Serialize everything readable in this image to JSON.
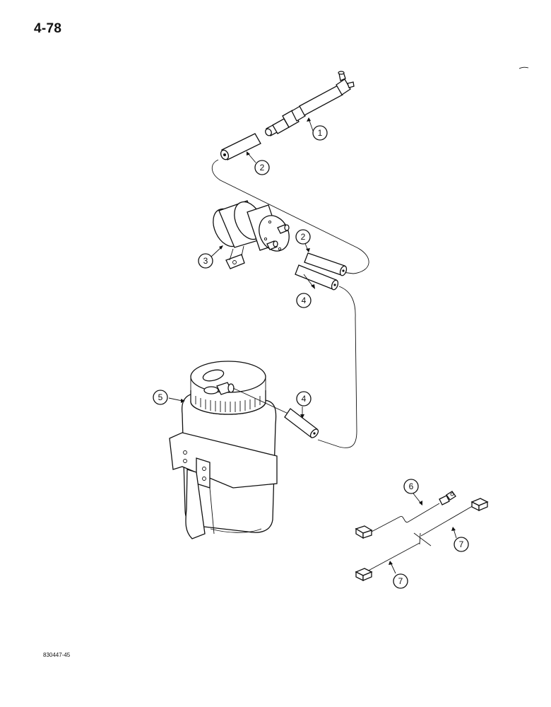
{
  "page": {
    "number": "4-78",
    "figure_code": "830447-45"
  },
  "callouts": [
    {
      "id": "c1",
      "label": "1",
      "part": "washer nozzle"
    },
    {
      "id": "c2a",
      "label": "2",
      "part": "hose (nozzle side)"
    },
    {
      "id": "c2b",
      "label": "2",
      "part": "hose (pump outlet)"
    },
    {
      "id": "c3",
      "label": "3",
      "part": "washer pump"
    },
    {
      "id": "c4a",
      "label": "4",
      "part": "hose (pump inlet)"
    },
    {
      "id": "c4b",
      "label": "4",
      "part": "hose (reservoir side)"
    },
    {
      "id": "c5",
      "label": "5",
      "part": "washer reservoir with strap"
    },
    {
      "id": "c6",
      "label": "6",
      "part": "wire harness with ring terminal"
    },
    {
      "id": "c7a",
      "label": "7",
      "part": "wire harness (right)"
    },
    {
      "id": "c7b",
      "label": "7",
      "part": "wire harness (left)"
    }
  ]
}
